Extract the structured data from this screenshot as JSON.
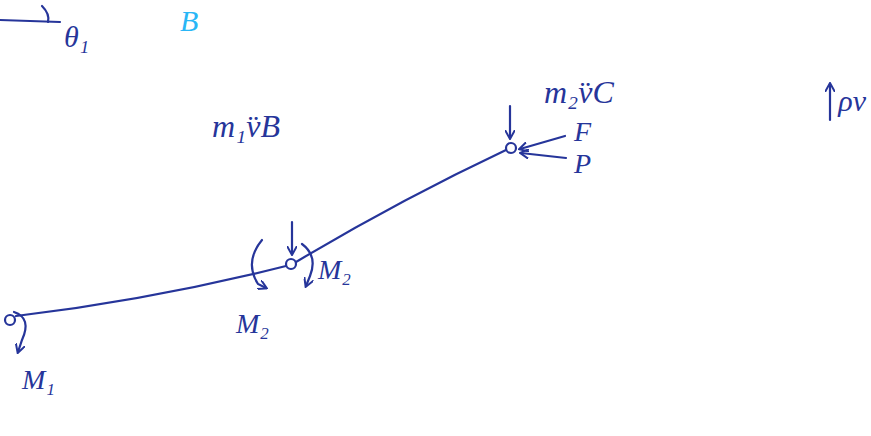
{
  "diagram": {
    "labels": [
      "θ₁",
      "B",
      "m₁v̈B",
      "m₂v̈C",
      "F",
      "P",
      "ρv",
      "M₂",
      "M₂",
      "M₁"
    ]
  }
}
